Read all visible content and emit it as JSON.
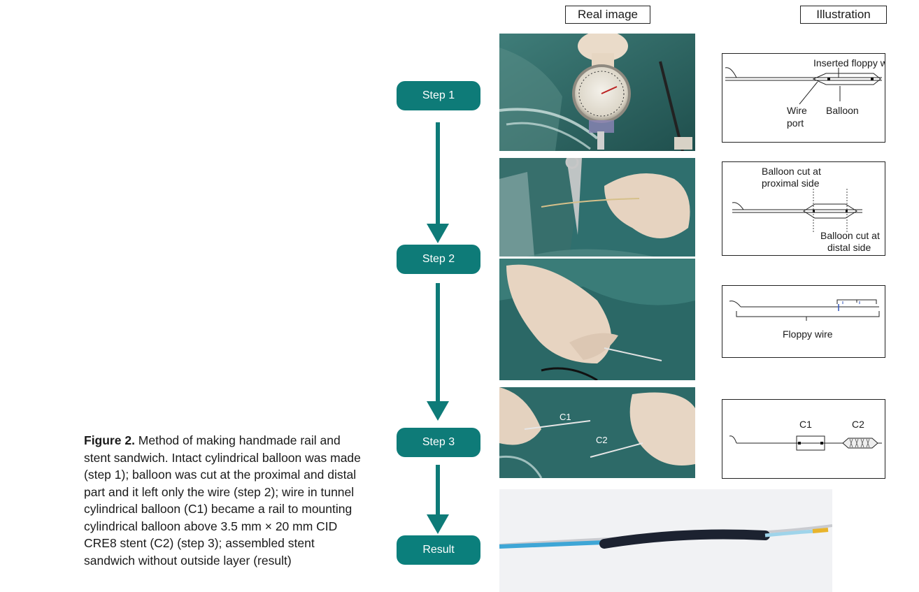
{
  "headers": {
    "real": "Real image",
    "illustration": "Illustration"
  },
  "steps": {
    "step1": "Step 1",
    "step2": "Step 2",
    "step3": "Step 3",
    "result": "Result"
  },
  "illustrations": {
    "panel1": {
      "inserted_wire": "Inserted floppy wire",
      "wire": "Wire",
      "port": "port",
      "balloon": "Balloon"
    },
    "panel2": {
      "cut_proximal_1": "Balloon cut at",
      "cut_proximal_2": "proximal side",
      "cut_distal_1": "Balloon cut at",
      "cut_distal_2": "distal side"
    },
    "panel3": {
      "floppy_wire": "Floppy wire"
    },
    "panel4": {
      "c1": "C1",
      "c2": "C2"
    }
  },
  "photo_labels": {
    "c1": "C1",
    "c2": "C2"
  },
  "caption": {
    "label": "Figure 2.",
    "text": " Method of making handmade rail and stent sandwich. Intact cylindrical balloon was made (step 1); balloon was cut at the proximal and distal part and it left only the wire (step 2); wire in tunnel cylindrical balloon (C1) became a rail to mounting cylindrical balloon above 3.5 mm × 20 mm CID CRE8 stent (C2) (step 3); assembled stent sandwich without outside layer (result)"
  },
  "colors": {
    "teal": "#0e7b78",
    "drape": "#2f6f6e",
    "glove": "#e8d6c4"
  }
}
